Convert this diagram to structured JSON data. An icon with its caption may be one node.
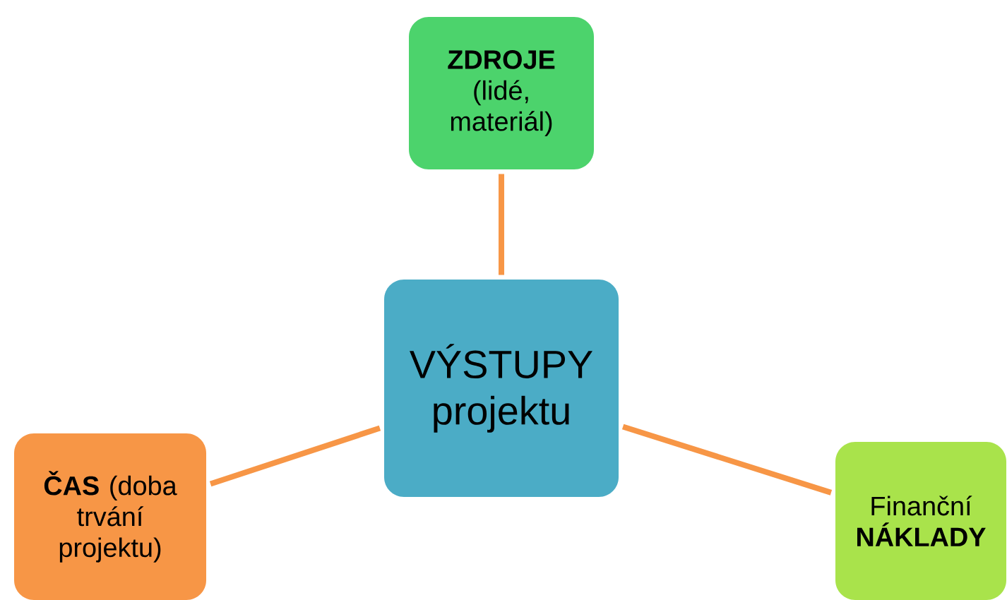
{
  "diagram": {
    "nodes": [
      {
        "text": [
          "VÝSTUPY projektu"
        ]
      },
      {
        "text": [
          "**ZDROJE** (lidé, materiál)"
        ]
      },
      {
        "text": [
          "**ČAS** (doba trvání projektu)"
        ]
      },
      {
        "text": [
          "Finanční **NÁKLADY**"
        ]
      }
    ],
    "edges": [
      {
        "from": 0,
        "to": 1,
        "arrow": "none"
      },
      {
        "from": 0,
        "to": 2,
        "arrow": "none"
      },
      {
        "from": 0,
        "to": 3,
        "arrow": "none"
      }
    ]
  }
}
